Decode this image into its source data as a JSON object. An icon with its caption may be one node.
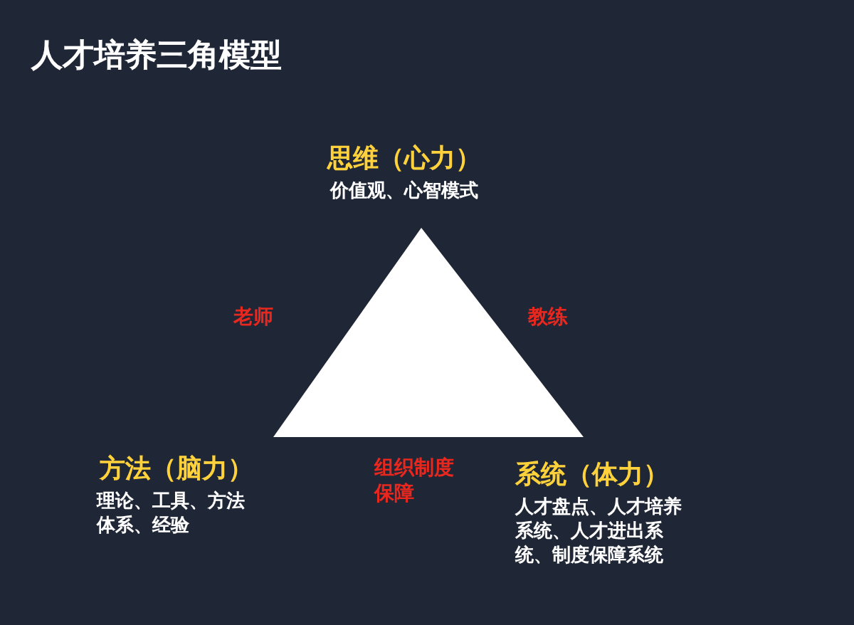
{
  "diagram": {
    "title": "人才培养三角模型",
    "labels": [
      "思维（心力）",
      "价值观、心智模式",
      "老师",
      "教练",
      "方法（脑力）",
      "理论、工具、方法体系、经验",
      "组织制度保障",
      "系统（体力）",
      "人才盘点、人才培养系统、人才进出系统、制度保障系统"
    ]
  }
}
